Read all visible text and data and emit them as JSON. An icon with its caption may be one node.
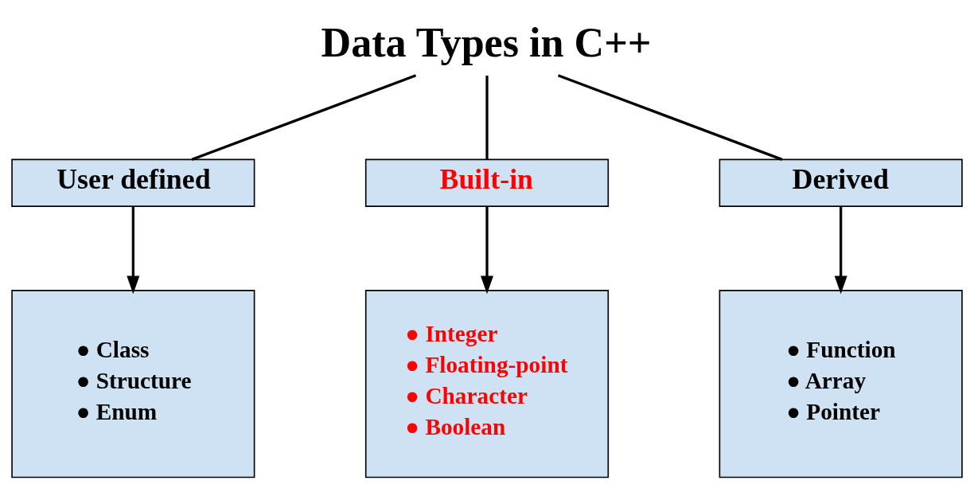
{
  "diagram": {
    "nodes": [
      {
        "text": [
          "Data Types in C++"
        ]
      },
      {
        "text": [
          "User defined"
        ]
      },
      {
        "text": [
          "Built-in"
        ]
      },
      {
        "text": [
          "Derived"
        ]
      },
      {
        "text": [
          "● Class",
          "● Structure",
          "● Enum"
        ]
      },
      {
        "text": [
          "● Integer",
          "● Floating-point",
          "● Character",
          "● Boolean"
        ]
      },
      {
        "text": [
          "● Function",
          "● Array",
          "● Pointer"
        ]
      }
    ],
    "edges": [
      {
        "from": 0,
        "to": 1,
        "arrow": "none"
      },
      {
        "from": 0,
        "to": 2,
        "arrow": "none"
      },
      {
        "from": 0,
        "to": 3,
        "arrow": "none"
      },
      {
        "from": 1,
        "to": 4,
        "arrow": "to"
      },
      {
        "from": 2,
        "to": 5,
        "arrow": "to"
      },
      {
        "from": 3,
        "to": 6,
        "arrow": "to"
      }
    ]
  }
}
